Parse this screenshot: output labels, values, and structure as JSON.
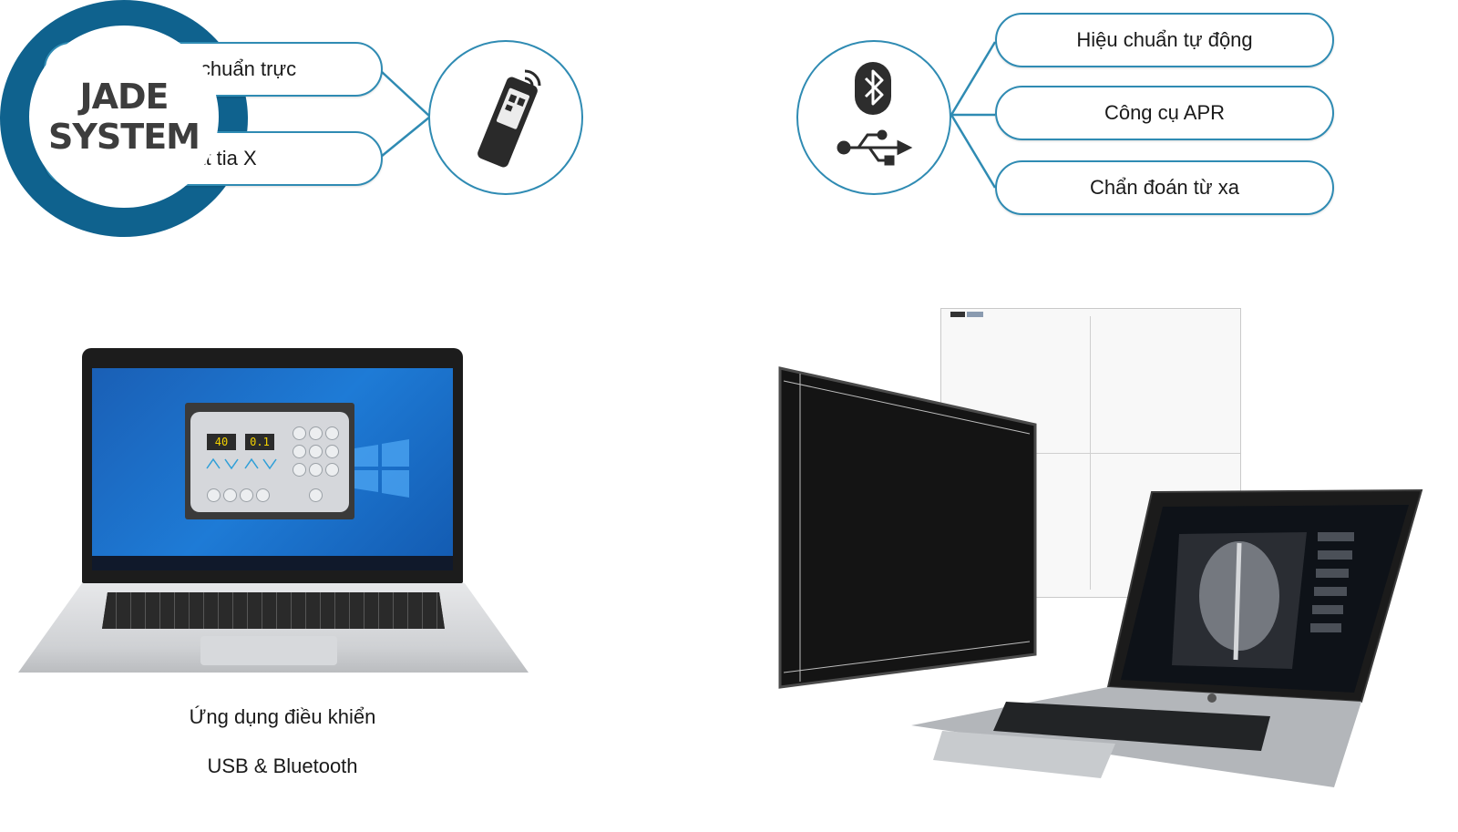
{
  "hub": {
    "line1": "JADE",
    "line2": "SYSTEM"
  },
  "left_pills": [
    "Đèn bộ chuẩn trực",
    "Phát tia X"
  ],
  "right_pills": [
    "Hiệu chuẩn tự động",
    "Công cụ APR",
    "Chẩn đoán từ xa"
  ],
  "left_circle_icon": "remote-control-icon",
  "right_circle_icons": [
    "bluetooth-icon",
    "usb-icon"
  ],
  "control_app": {
    "display_left": "40",
    "display_right": "0.1"
  },
  "caption": {
    "line1": "Ứng dụng điều khiển",
    "line2": "USB & Bluetooth"
  },
  "colors": {
    "accent": "#2f8bb3",
    "hub_ring": "#0f628e"
  }
}
